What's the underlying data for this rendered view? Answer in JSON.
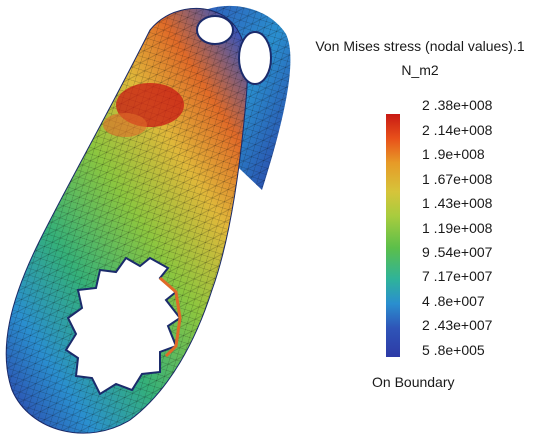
{
  "legend": {
    "title": "Von Mises stress (nodal values).1",
    "unit": "N_m2",
    "ticks": [
      "2 .38e+008",
      "2 .14e+008",
      "1 .9e+008",
      "1 .67e+008",
      "1 .43e+008",
      "1 .19e+008",
      "9 .54e+007",
      "7 .17e+007",
      "4 .8e+007",
      "2 .43e+007",
      "5 .8e+005"
    ],
    "footer": "On Boundary"
  },
  "colors": {
    "max": "#c81a14",
    "high": "#e79a27",
    "mid": "#5cbf4a",
    "low": "#2a8fcf",
    "min": "#2d3aa6"
  }
}
